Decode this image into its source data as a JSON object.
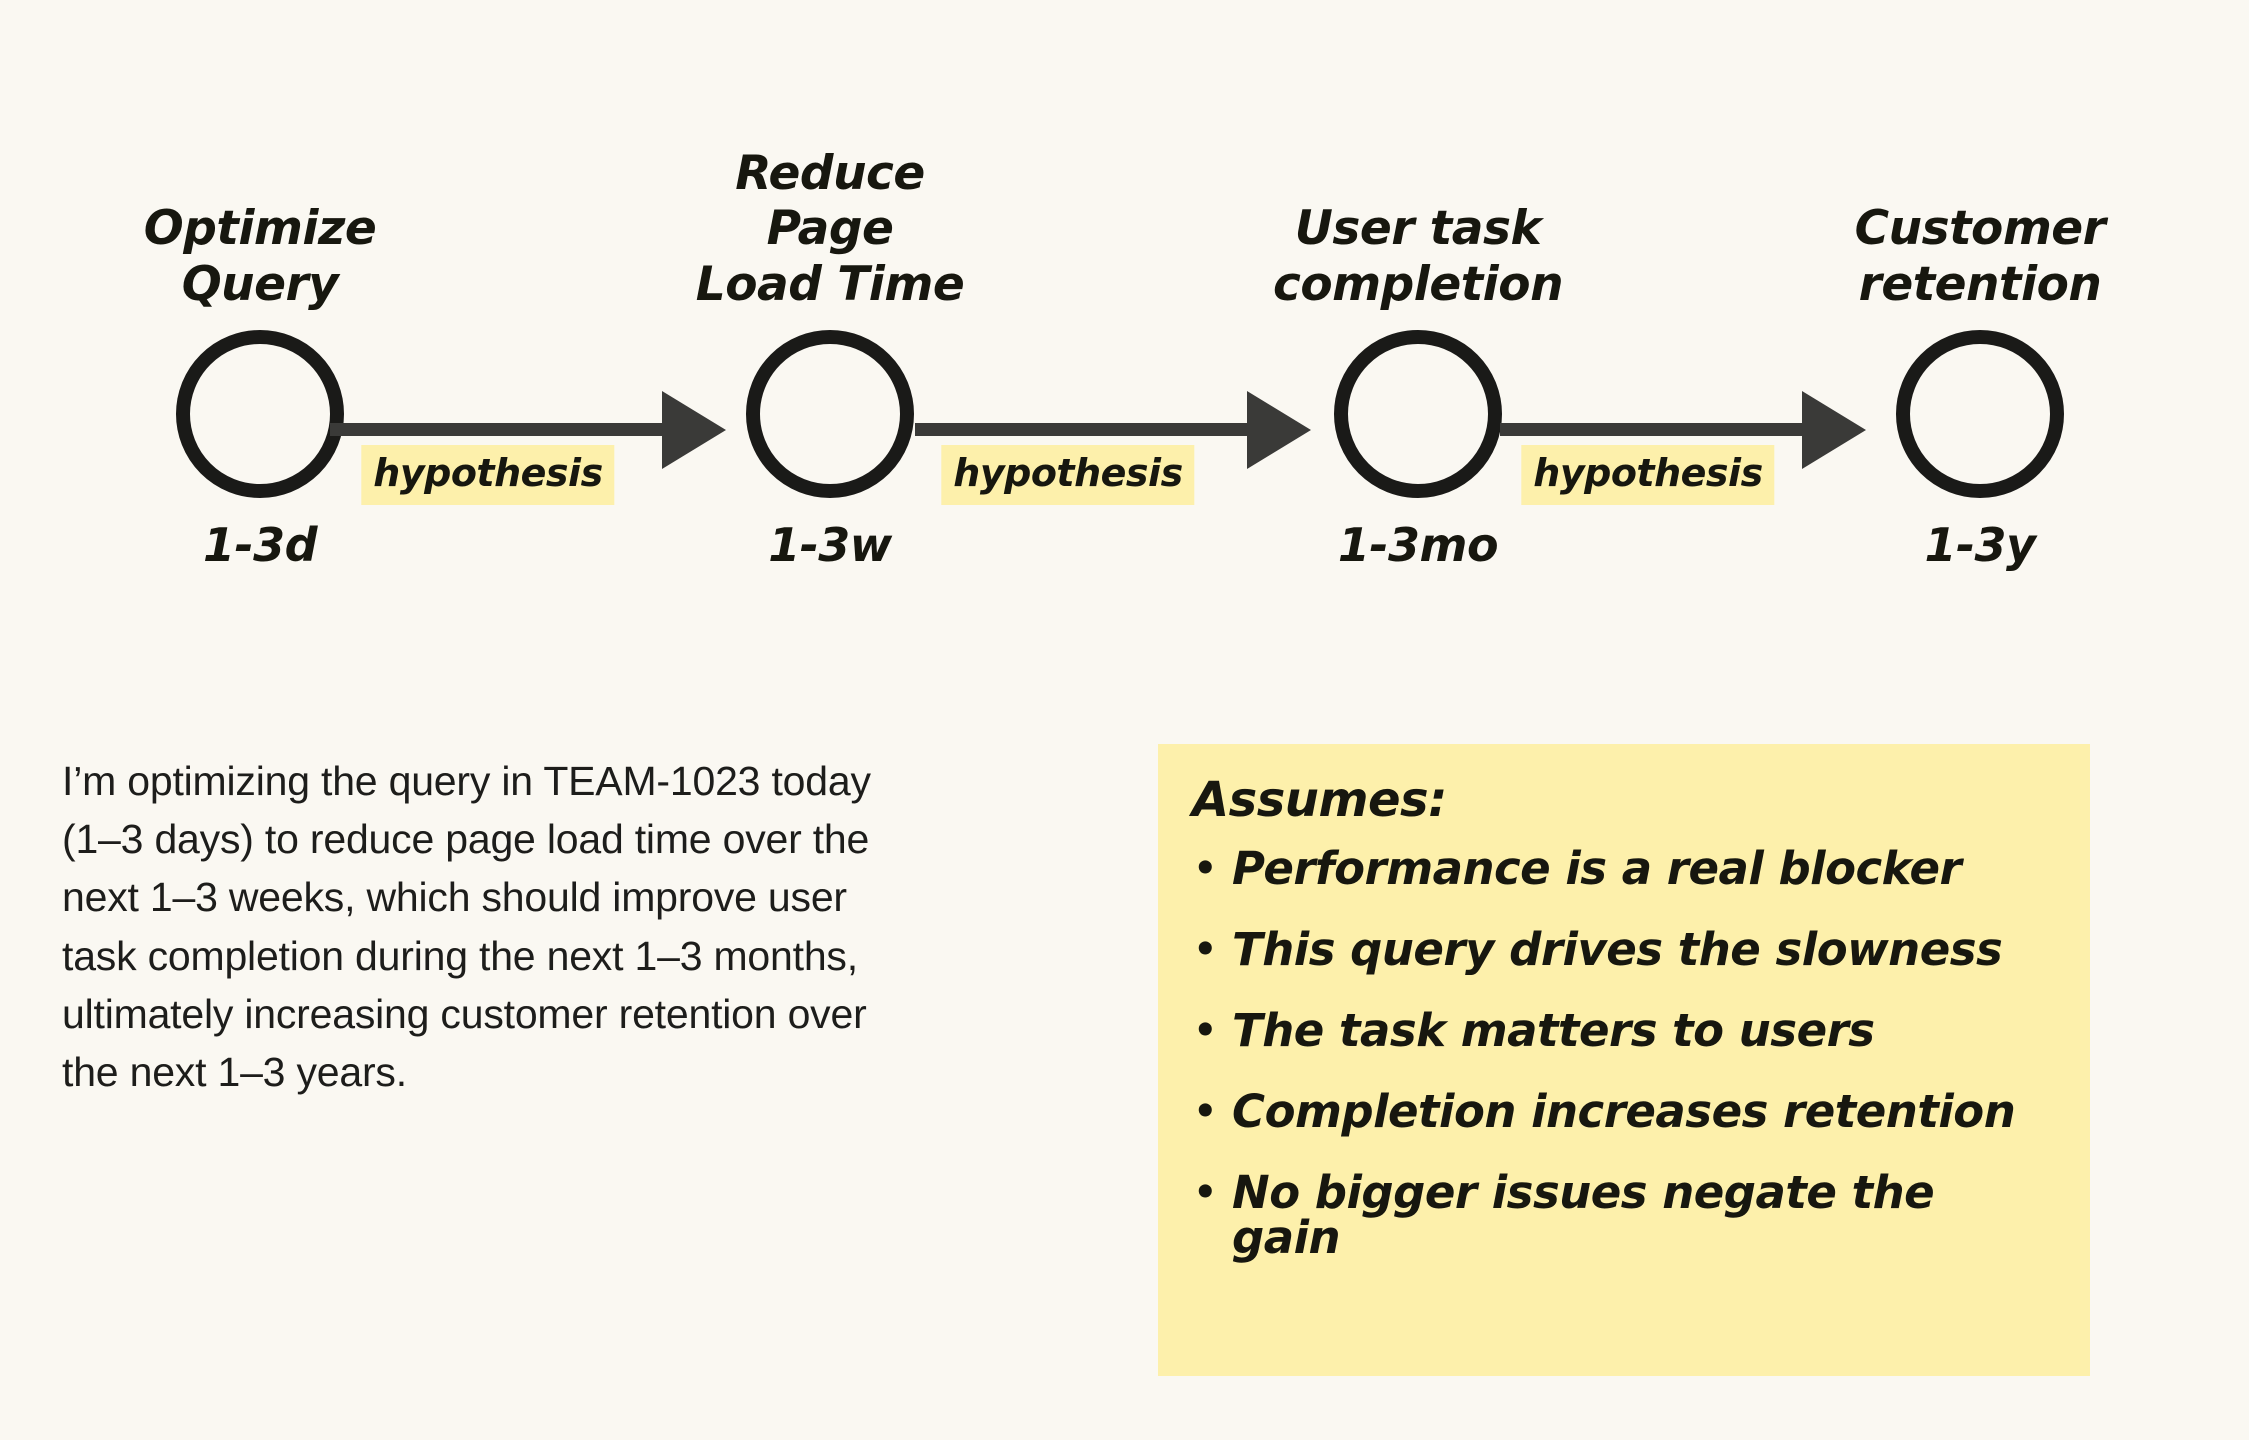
{
  "colors": {
    "background": "#faf8f2",
    "ink": "#17170f",
    "node_stroke": "#1a1a18",
    "arrow": "#3a3a38",
    "highlight_yellow": "#fdf0ab",
    "body_text": "#1d1d1b"
  },
  "diagram": {
    "type": "impact-chain",
    "nodes": [
      {
        "title": "Optimize Query",
        "duration": "1-3d"
      },
      {
        "title": "Reduce Page\nLoad Time",
        "duration": "1-3w"
      },
      {
        "title": "User task\ncompletion",
        "duration": "1-3mo"
      },
      {
        "title": "Customer\nretention",
        "duration": "1-3y"
      }
    ],
    "edges": [
      {
        "label": "hypothesis",
        "from": "Optimize Query",
        "to": "Reduce Page Load Time"
      },
      {
        "label": "hypothesis",
        "from": "Reduce Page Load Time",
        "to": "User task completion"
      },
      {
        "label": "hypothesis",
        "from": "User task completion",
        "to": "Customer retention"
      }
    ]
  },
  "narrative": {
    "text": "I’m optimizing the query in TEAM-1023 today (1–3 days) to reduce page load time over the next 1–3 weeks, which should improve user task completion during the next 1–3 months, ultimately increasing customer retention over the next 1–3 years."
  },
  "assumes": {
    "heading": "Assumes:",
    "bullet_glyph": "•",
    "items": [
      "Performance is a real blocker",
      "This query drives the slowness",
      "The task matters to users",
      "Completion increases retention",
      "No bigger issues negate the gain"
    ]
  }
}
